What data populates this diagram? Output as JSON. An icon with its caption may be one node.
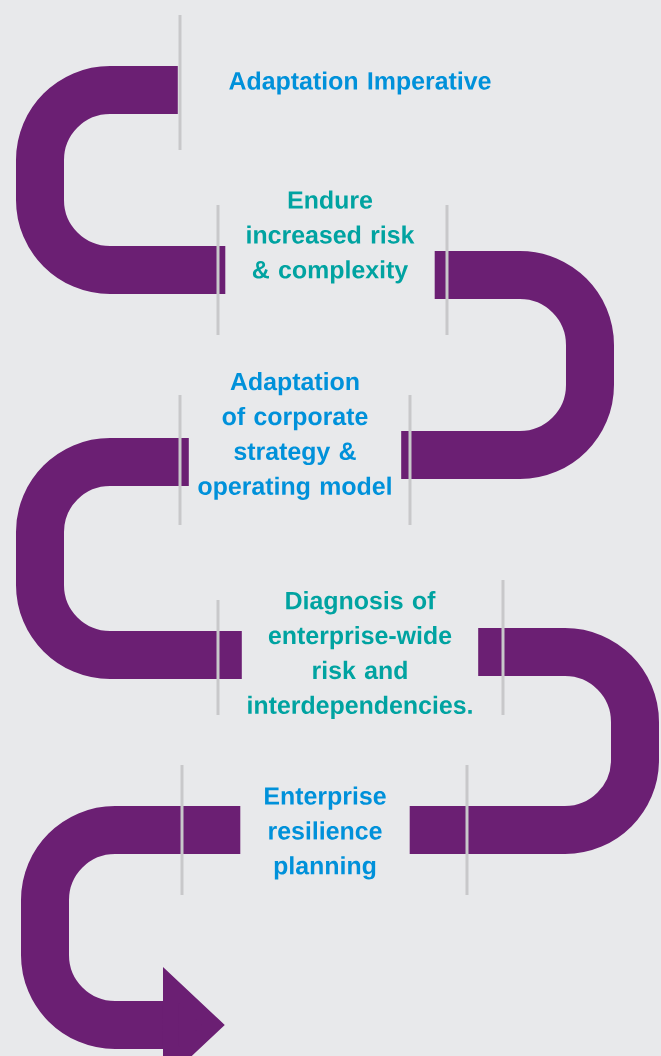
{
  "diagram": {
    "nodes": [
      {
        "text": [
          "Adaptation Imperative"
        ]
      },
      {
        "text": [
          "Endure increased risk & complexity"
        ]
      },
      {
        "text": [
          "Adaptation of corporate strategy & operating model"
        ]
      },
      {
        "text": [
          "Diagnosis of enterprise-wide risk and interdependencies."
        ]
      },
      {
        "text": [
          "Enterprise resilience planning"
        ]
      }
    ],
    "edges": [
      {
        "from": 0,
        "to": 1,
        "arrow": "none",
        "color": "#6b1f73"
      },
      {
        "from": 1,
        "to": 2,
        "arrow": "none",
        "color": "#6b1f73"
      },
      {
        "from": 2,
        "to": 3,
        "arrow": "none",
        "color": "#6b1f73"
      },
      {
        "from": 3,
        "to": 4,
        "arrow": "none",
        "color": "#6b1f73"
      },
      {
        "from": 4,
        "to": null,
        "arrow": "to",
        "color": "#6b1f73"
      }
    ]
  }
}
